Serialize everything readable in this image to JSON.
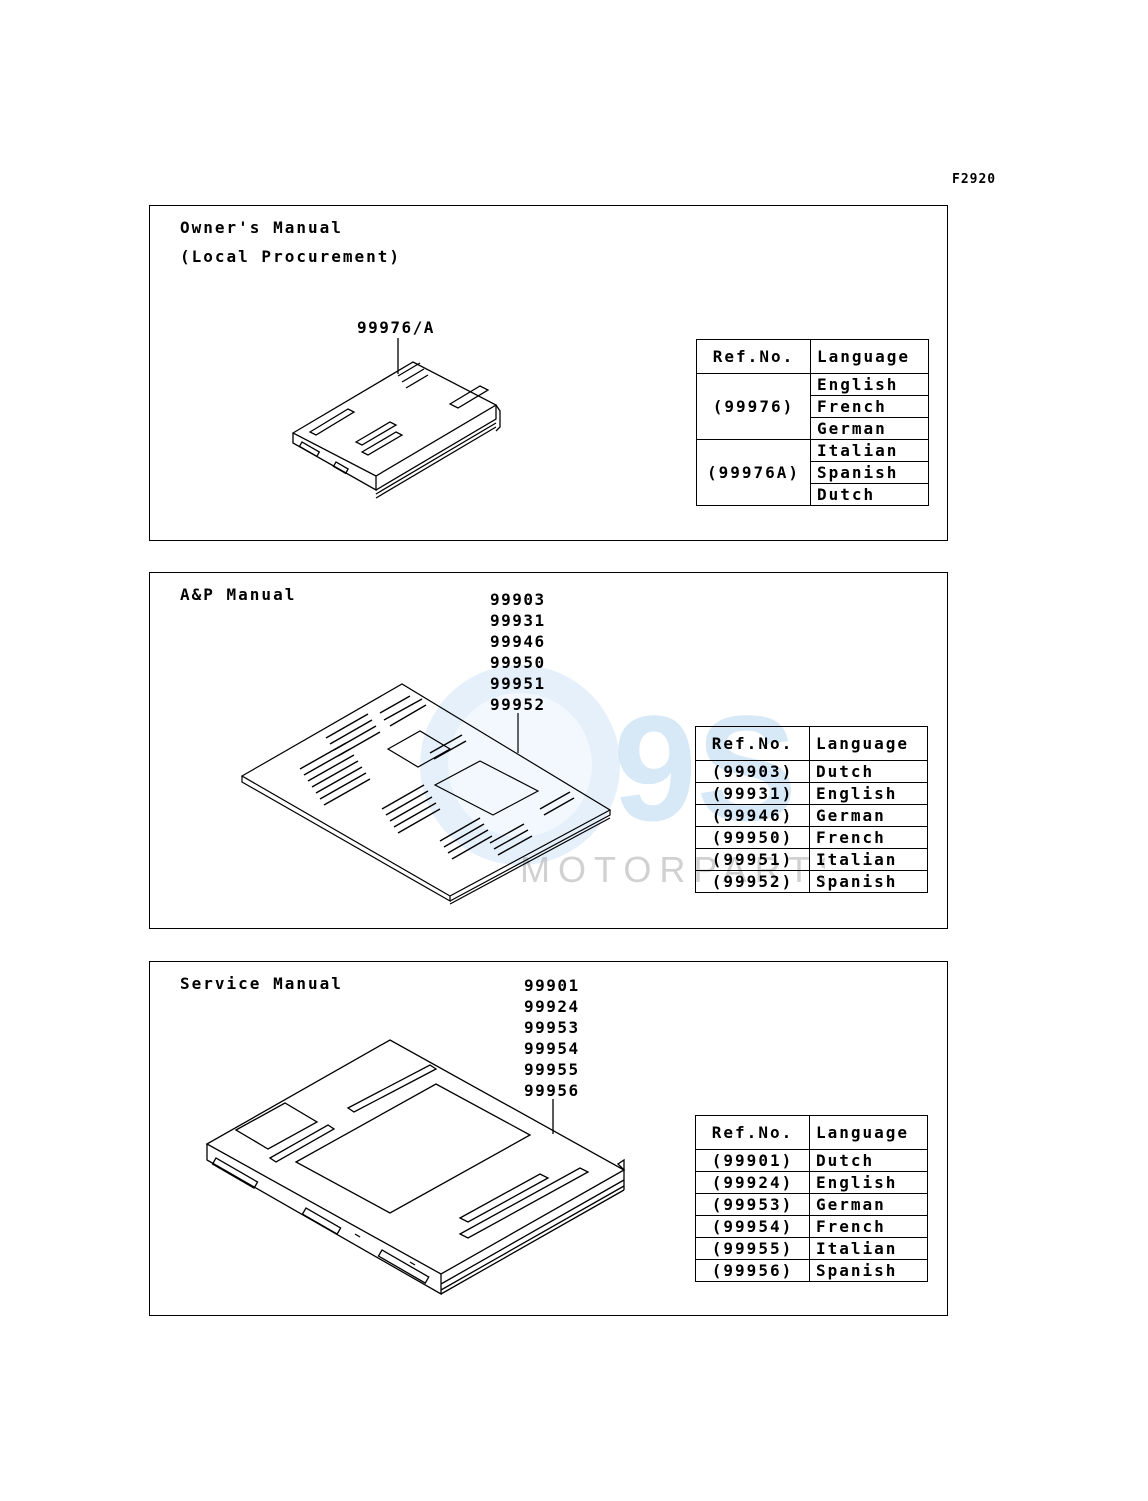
{
  "figure_code": "F2920",
  "panels": [
    {
      "title_line1": "Owner's Manual",
      "title_line2": "(Local Procurement)",
      "part_label": "99976/A",
      "table": {
        "col_ref": "Ref.No.",
        "col_lang": "Language",
        "groups": [
          {
            "ref": "(99976)",
            "languages": [
              "English",
              "French",
              "German"
            ]
          },
          {
            "ref": "(99976A)",
            "languages": [
              "Italian",
              "Spanish",
              "Dutch"
            ]
          }
        ]
      }
    },
    {
      "title": "A&P Manual",
      "part_numbers": [
        "99903",
        "99931",
        "99946",
        "99950",
        "99951",
        "99952"
      ],
      "table": {
        "col_ref": "Ref.No.",
        "col_lang": "Language",
        "rows": [
          {
            "ref": "(99903)",
            "lang": "Dutch"
          },
          {
            "ref": "(99931)",
            "lang": "English"
          },
          {
            "ref": "(99946)",
            "lang": "German"
          },
          {
            "ref": "(99950)",
            "lang": "French"
          },
          {
            "ref": "(99951)",
            "lang": "Italian"
          },
          {
            "ref": "(99952)",
            "lang": "Spanish"
          }
        ]
      }
    },
    {
      "title": "Service Manual",
      "part_numbers": [
        "99901",
        "99924",
        "99953",
        "99954",
        "99955",
        "99956"
      ],
      "table": {
        "col_ref": "Ref.No.",
        "col_lang": "Language",
        "rows": [
          {
            "ref": "(99901)",
            "lang": "Dutch"
          },
          {
            "ref": "(99924)",
            "lang": "English"
          },
          {
            "ref": "(99953)",
            "lang": "German"
          },
          {
            "ref": "(99954)",
            "lang": "French"
          },
          {
            "ref": "(99955)",
            "lang": "Italian"
          },
          {
            "ref": "(99956)",
            "lang": "Spanish"
          }
        ]
      }
    }
  ],
  "watermark": {
    "text": "MOTORPARTS",
    "color": "#5aa8e0"
  }
}
